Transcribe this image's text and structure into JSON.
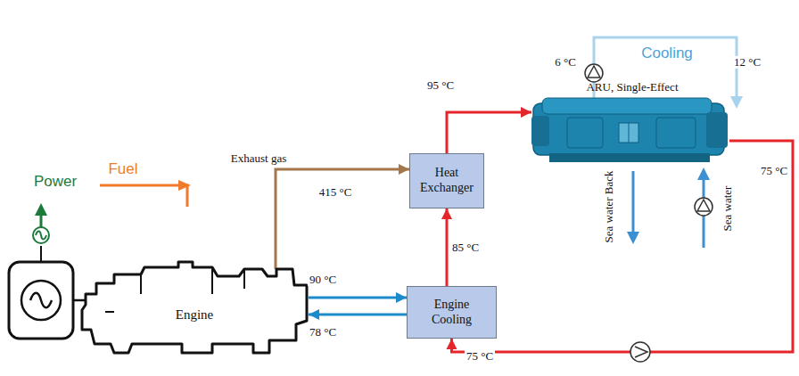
{
  "diagram": {
    "nodes": [
      {
        "text": [
          "ARU, Single-Effect"
        ]
      },
      {
        "text": [
          "Heat Exchanger"
        ]
      },
      {
        "text": [
          "Engine"
        ]
      },
      {
        "text": [
          "Engine Cooling"
        ]
      }
    ],
    "edges": [
      {
        "from": 2,
        "to": 1,
        "arrow": "to",
        "label": "Exhaust gas"
      },
      {
        "from": 2,
        "to": 3,
        "arrow": "to",
        "label": "90 °C"
      },
      {
        "from": 3,
        "to": 2,
        "arrow": "to",
        "label": "78 °C"
      },
      {
        "from": 3,
        "to": 1,
        "arrow": "to",
        "label": "85 °C"
      },
      {
        "from": 1,
        "to": 0,
        "arrow": "to",
        "label": "95 °C"
      },
      {
        "from": 0,
        "to": 3,
        "arrow": "to"
      }
    ],
    "labels": [
      "Power",
      "Fuel",
      "415 °C",
      "Cooling",
      "6 °C",
      "12 °C",
      "Sea water Back",
      "Sea water",
      "75 °C",
      "75 °C"
    ]
  }
}
